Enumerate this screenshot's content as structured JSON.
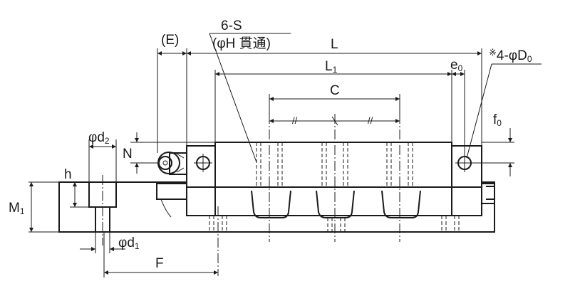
{
  "labels": {
    "E": "(E)",
    "S_line1": "6-S",
    "S_line2": "(φH 貫通)",
    "L": "L",
    "L1_main": "L",
    "L1_sub": "1",
    "e0_main": "e",
    "e0_sub": "0",
    "D0_note": "※",
    "D0_main": "4-φD",
    "D0_sub": "0",
    "C": "C",
    "f0_main": "f",
    "f0_sub": "0",
    "d2_main": "φd",
    "d2_sub": "2",
    "N": "N",
    "h": "h",
    "M1_main": "M",
    "M1_sub": "1",
    "d1_main": "φd",
    "d1_sub": "1",
    "F": "F",
    "equal_mark_1": "//",
    "equal_mark_2": "//"
  }
}
